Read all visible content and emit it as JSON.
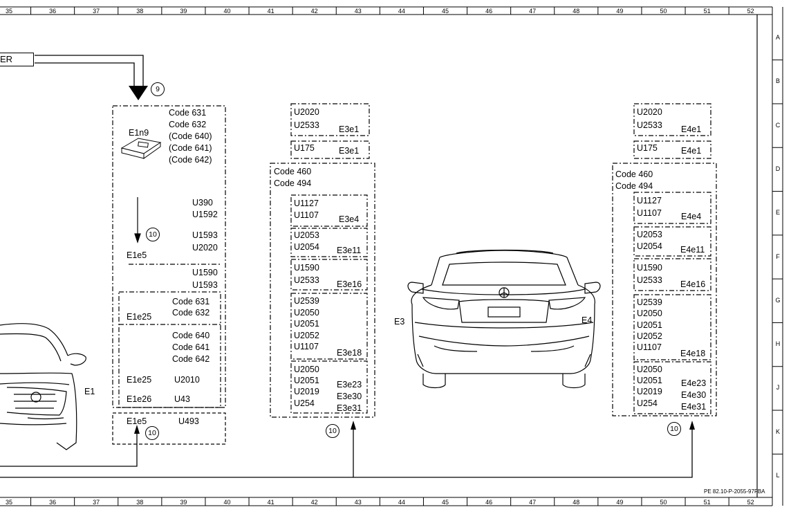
{
  "col_numbers": [
    "35",
    "36",
    "37",
    "38",
    "39",
    "40",
    "41",
    "42",
    "43",
    "44",
    "45",
    "46",
    "47",
    "48",
    "49",
    "50",
    "51",
    "52"
  ],
  "row_letters": [
    "A",
    "B",
    "C",
    "D",
    "E",
    "F",
    "G",
    "H",
    "J",
    "K",
    "L"
  ],
  "er_label": "ER",
  "ref_circles": {
    "c9": "9",
    "c10a": "10",
    "c10b": "10",
    "c10c": "10",
    "c10d": "10"
  },
  "e1n9": {
    "label": "E1n9",
    "codes": [
      "Code 631",
      "Code 632",
      "(Code 640)",
      "(Code 641)",
      "(Code 642)"
    ]
  },
  "e1_upper": {
    "u390": "U390",
    "u1592": "U1592",
    "u1593": "U1593",
    "u2020": "U2020",
    "e1e5": "E1e5",
    "u1590b": "U1590",
    "u1593b": "U1593"
  },
  "e1e25_group": {
    "codes_a": [
      "Code 631",
      "Code 632"
    ],
    "label": "E1e25",
    "codes_b": [
      "Code 640",
      "Code 641",
      "Code 642"
    ],
    "e1e25b": "E1e25",
    "u2010": "U2010",
    "e1e26": "E1e26",
    "u43": "U43"
  },
  "e1e5_box": {
    "label": "E1e5",
    "u493": "U493"
  },
  "car_labels": {
    "e1": "E1",
    "e3": "E3",
    "e4": "E4"
  },
  "e3": {
    "top1": {
      "lines": [
        "U2020",
        "U2533"
      ],
      "tag": "E3e1"
    },
    "top2": {
      "lines": [
        "U175"
      ],
      "tag": "E3e1"
    },
    "codes": [
      "Code 460",
      "Code 494"
    ],
    "b1": {
      "lines": [
        "U1127",
        "U1107"
      ],
      "tag": "E3e4"
    },
    "b2": {
      "lines": [
        "U2053",
        "U2054"
      ],
      "tag": "E3e11"
    },
    "b3": {
      "lines": [
        "U1590",
        "U2533"
      ],
      "tag": "E3e16"
    },
    "b4": {
      "lines": [
        "U2539",
        "U2050",
        "U2051",
        "U2052",
        "U1107"
      ],
      "tag": "E3e18"
    },
    "b5": {
      "lines": [
        "U2050",
        "U2051",
        "U2019",
        "U254"
      ],
      "tags": [
        "E3e23",
        "E3e30",
        "E3e31"
      ]
    }
  },
  "e4": {
    "top1": {
      "lines": [
        "U2020",
        "U2533"
      ],
      "tag": "E4e1"
    },
    "top2": {
      "lines": [
        "U175"
      ],
      "tag": "E4e1"
    },
    "codes": [
      "Code 460",
      "Code 494"
    ],
    "b1": {
      "lines": [
        "U1127",
        "U1107"
      ],
      "tag": "E4e4"
    },
    "b2": {
      "lines": [
        "U2053",
        "U2054"
      ],
      "tag": "E4e11"
    },
    "b3": {
      "lines": [
        "U1590",
        "U2533"
      ],
      "tag": "E4e16"
    },
    "b4": {
      "lines": [
        "U2539",
        "U2050",
        "U2051",
        "U2052",
        "U1107"
      ],
      "tag": "E4e18"
    },
    "b5": {
      "lines": [
        "U2050",
        "U2051",
        "U2019",
        "U254"
      ],
      "tags": [
        "E4e23",
        "E4e30",
        "E4e31"
      ]
    }
  },
  "doc_ref": "PE 82.10-P-2055-97FBA"
}
